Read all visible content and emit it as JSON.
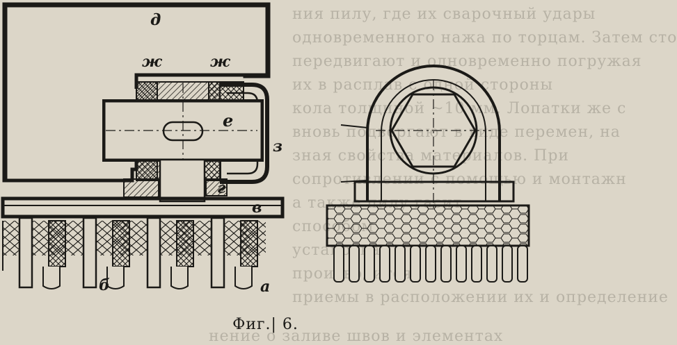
{
  "figure": {
    "caption": "Фиг.| 6.",
    "labels": {
      "d": "д",
      "zh_left": "ж",
      "zh_right": "ж",
      "e": "е",
      "z": "з",
      "g": "г",
      "v": "в",
      "b": "б",
      "a": "а"
    }
  },
  "background_text": [
    "ния пилу, где их сварочный удары",
    "одновременного нажа по торцам. Затем сто",
    "передвигают и одновременно погружая",
    "их в расплав с одной стороны",
    "кола толщиной ~10 мм. Лопатки же с",
    "вновь подвергают в виде перемен, на",
    "зная свойства материалов. При",
    "сопротивлении с помощью и монтажн",
    "а также пилу гасит",
    "способом",
    "установка",
    "производится",
    "приемы в расположении их и определение",
    "нение о заливе швов и элементах"
  ],
  "colors": {
    "ink": "#1b1a17",
    "paper": "#dcd6c8"
  }
}
